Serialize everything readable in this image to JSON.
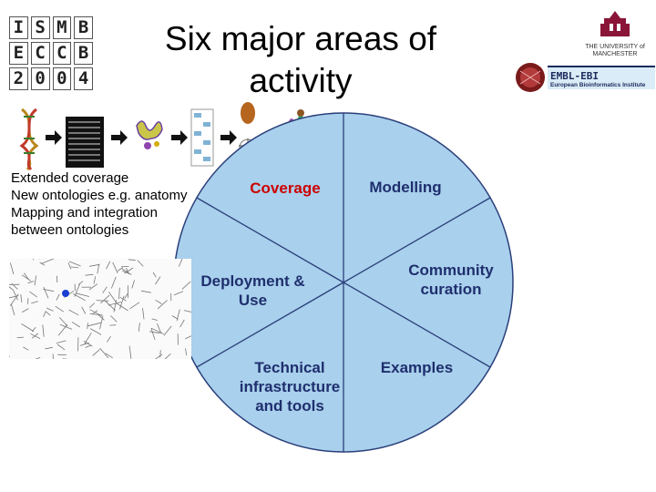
{
  "slide": {
    "title": "Six major areas of activity",
    "ismb_logo_letters": [
      "I",
      "S",
      "M",
      "B",
      "E",
      "C",
      "C",
      "B",
      "2",
      "0",
      "0",
      "4"
    ]
  },
  "logos": {
    "manchester_text": "THE UNIVERSITY of MANCHESTER",
    "ebi_name": "EMBL-EBI",
    "ebi_subtitle": "European Bioinformatics Institute"
  },
  "left_notes": [
    "Extended coverage",
    "New ontologies e.g. anatomy",
    "Mapping and integration",
    "between ontologies"
  ],
  "pie": {
    "segments": [
      {
        "label": "Coverage",
        "color": "#cc0000"
      },
      {
        "label": "Modelling",
        "color": "#1f2f6e"
      },
      {
        "label": "Deployment & Use",
        "color": "#1f2f6e"
      },
      {
        "label": "Community curation",
        "color": "#1f2f6e"
      },
      {
        "label": "Technical infrastructure and tools",
        "color": "#1f2f6e"
      },
      {
        "label": "Examples",
        "color": "#1f2f6e"
      }
    ],
    "fill": "#a9d0ec",
    "stroke": "#2a3f7a"
  },
  "pipeline_icons": [
    "dna-icon",
    "sequence-icon",
    "protein-icon",
    "pathway-icon",
    "human-icon",
    "people-icon"
  ]
}
